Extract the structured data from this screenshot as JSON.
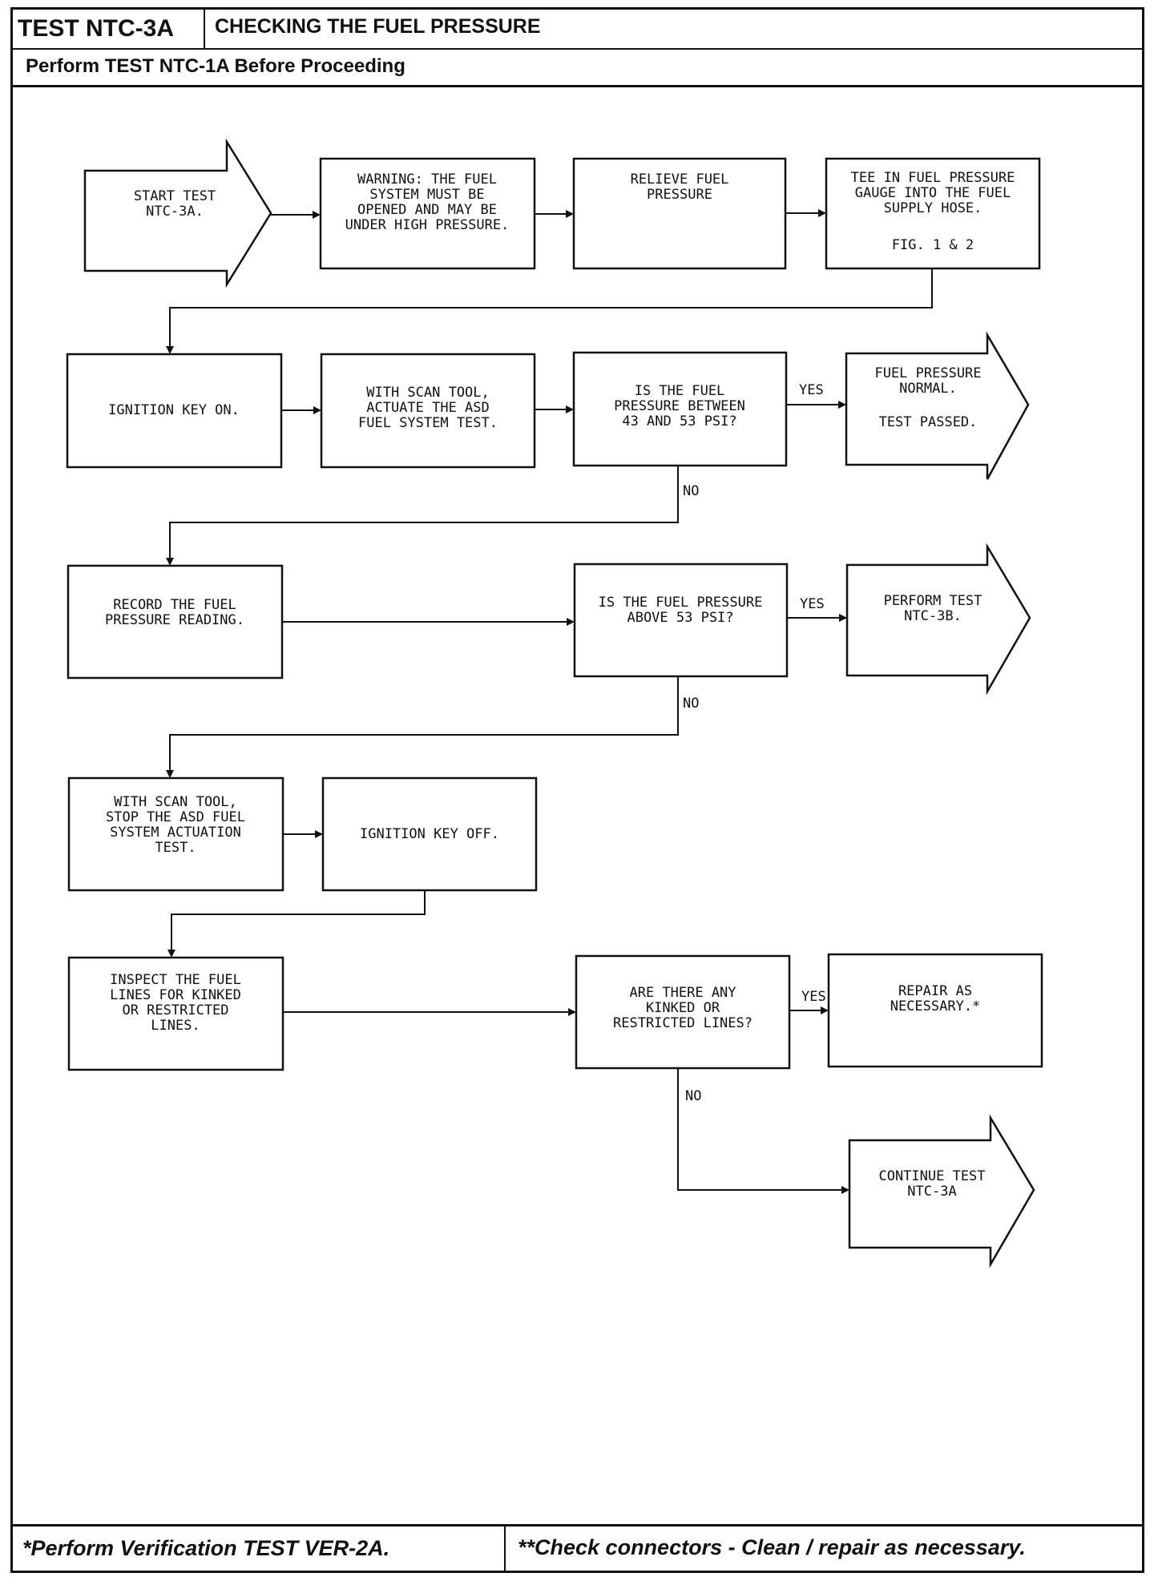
{
  "header": {
    "test_id": "TEST NTC-3A",
    "title": "CHECKING THE FUEL PRESSURE",
    "prerequisite": "Perform TEST NTC-1A Before Proceeding"
  },
  "flow": {
    "start": [
      "START TEST",
      "NTC-3A."
    ],
    "warning": [
      "WARNING:  THE FUEL",
      "SYSTEM MUST BE",
      "OPENED AND MAY BE",
      "UNDER HIGH PRESSURE."
    ],
    "relieve": [
      "RELIEVE FUEL",
      "PRESSURE"
    ],
    "tee": [
      "TEE IN FUEL PRESSURE",
      "GAUGE INTO THE FUEL",
      "SUPPLY HOSE."
    ],
    "tee_fig": "FIG. 1 & 2",
    "ignition_on": [
      "IGNITION KEY ON."
    ],
    "actuate": [
      "WITH SCAN TOOL,",
      "ACTUATE THE ASD",
      "FUEL SYSTEM TEST."
    ],
    "decision1": [
      "IS THE FUEL",
      "PRESSURE BETWEEN",
      "43 AND 53 PSI?"
    ],
    "pass": [
      "FUEL PRESSURE",
      "NORMAL."
    ],
    "pass2": "TEST PASSED.",
    "record": [
      "RECORD THE FUEL",
      "PRESSURE READING."
    ],
    "decision2": [
      "IS THE FUEL PRESSURE",
      "ABOVE 53 PSI?"
    ],
    "perform3b": [
      "PERFORM TEST",
      "NTC-3B."
    ],
    "stop": [
      "WITH SCAN TOOL,",
      "STOP THE ASD FUEL",
      "SYSTEM ACTUATION",
      "TEST."
    ],
    "ignition_off": [
      "IGNITION KEY OFF."
    ],
    "inspect": [
      "INSPECT THE FUEL",
      "LINES FOR KINKED",
      "OR RESTRICTED",
      "LINES."
    ],
    "decision3": [
      "ARE THERE ANY",
      "KINKED OR",
      "RESTRICTED LINES?"
    ],
    "repair": [
      "REPAIR AS",
      "NECESSARY.*"
    ],
    "continue": [
      "CONTINUE TEST",
      "NTC-3A"
    ],
    "yes": "YES",
    "no": "NO"
  },
  "footer": {
    "left": "*Perform Verification TEST VER-2A.",
    "right": "**Check connectors - Clean / repair as necessary."
  }
}
